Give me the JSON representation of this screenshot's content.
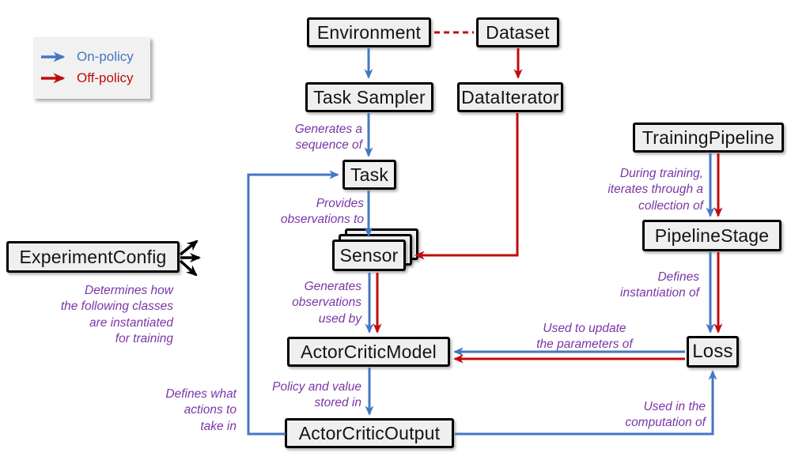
{
  "colors": {
    "on_policy": "#4577C0",
    "off_policy": "#C00C0C",
    "annotation": "#7A36A6",
    "node_fill": "#EFEFEF",
    "node_border": "#000000",
    "legend_bg": "#F1F1F1"
  },
  "legend": {
    "on_policy": "On-policy",
    "off_policy": "Off-policy"
  },
  "nodes": {
    "environment": "Environment",
    "dataset": "Dataset",
    "task_sampler": "Task Sampler",
    "data_iterator": "DataIterator",
    "task": "Task",
    "sensor": "Sensor",
    "actor_critic_model": "ActorCriticModel",
    "actor_critic_output": "ActorCriticOutput",
    "training_pipeline": "TrainingPipeline",
    "pipeline_stage": "PipelineStage",
    "loss": "Loss",
    "experiment_config": "ExperimentConfig"
  },
  "annotations": {
    "generates_sequence": "Generates a\nsequence of",
    "provides_observations": "Provides\nobservations to",
    "generates_observations": "Generates\nobservations\nused by",
    "policy_value": "Policy and value\nstored in",
    "defines_actions": "Defines what\nactions to\ntake in",
    "determines_how": "Determines how\nthe following classes\nare instantiated\nfor training",
    "during_training": "During training,\niterates through a\ncollection of",
    "defines_instantiation": "Defines\ninstantiation of",
    "used_to_update": "Used to update\nthe parameters of",
    "used_in_computation": "Used in the\ncomputation of"
  }
}
